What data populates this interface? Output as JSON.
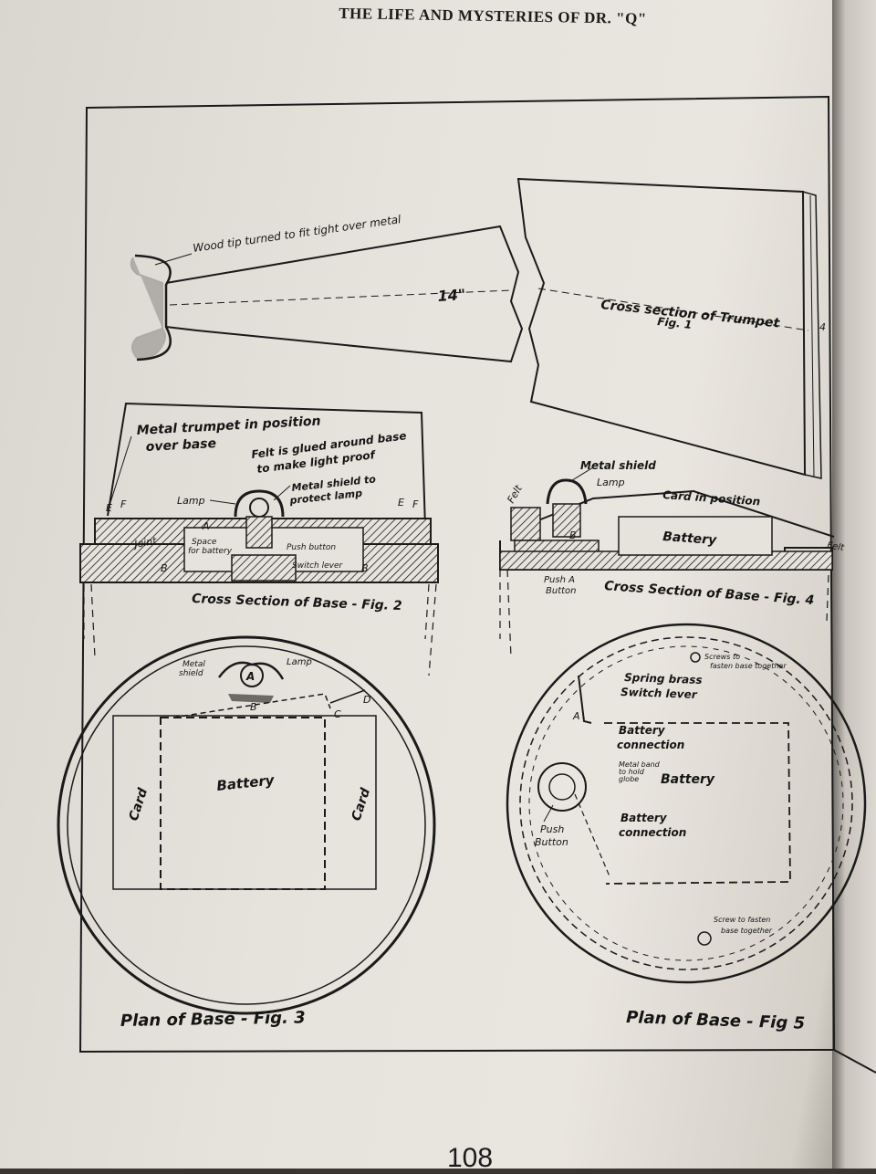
{
  "header": {
    "running_head": "THE LIFE AND MYSTERIES OF DR. \"Q\""
  },
  "footer": {
    "page_number": "108"
  },
  "figure1": {
    "wood_tip_label": "Wood tip turned to fit tight over metal",
    "length_label": "14\"",
    "caption_line1": "Cross section of Trumpet",
    "caption_line2": "Fig. 1",
    "edge_label": "4"
  },
  "figure2": {
    "trumpet_label_line1": "Metal trumpet in position",
    "trumpet_label_line2": "over base",
    "felt_label_line1": "Felt is glued around base",
    "felt_label_line2": "to make light proof",
    "shield_label_line1": "Metal shield to",
    "shield_label_line2": "protect lamp",
    "lamp_label": "Lamp",
    "joint_label": "Joint",
    "space_label_line1": "Space",
    "space_label_line2": "for battery",
    "push_button_label": "Push button",
    "switch_lever_label": "Switch lever",
    "letters": [
      "A",
      "B",
      "B",
      "E",
      "F",
      "E",
      "F"
    ],
    "caption": "Cross Section of Base - Fig. 2"
  },
  "figure3": {
    "metal_shield_label_line1": "Metal",
    "metal_shield_label_line2": "shield",
    "lamp_label": "Lamp",
    "letter_a": "A",
    "letter_b": "B",
    "letter_c": "C",
    "letter_d": "D",
    "battery_label": "Battery",
    "card_left_label": "Card",
    "card_right_label": "Card",
    "caption": "Plan of Base - Fig. 3"
  },
  "figure4": {
    "felt_label": "Felt",
    "metal_shield_label": "Metal shield",
    "lamp_label": "Lamp",
    "card_label": "Card in position",
    "battery_label": "Battery",
    "felt_right_label": "Felt",
    "push_button_label_line1": "Push A",
    "push_button_label_line2": "Button",
    "letter_b": "B",
    "caption": "Cross Section of Base - Fig. 4"
  },
  "figure5": {
    "screws_label_line1": "Screws to",
    "screws_label_line2": "fasten base together",
    "switch_label_line1": "Spring brass",
    "switch_label_line2": "Switch lever",
    "battery_connection_top_line1": "Battery",
    "battery_connection_top_line2": "connection",
    "metal_band_label_line1": "Metal band",
    "metal_band_label_line2": "to hold",
    "metal_band_label_line3": "globe",
    "battery_label": "Battery",
    "battery_connection_bottom_line1": "Battery",
    "battery_connection_bottom_line2": "connection",
    "push_button_label_line1": "Push",
    "push_button_label_line2": "Button",
    "screws_bottom_label_line1": "Screw to fasten",
    "screws_bottom_label_line2": "base together",
    "letter_a": "A",
    "caption": "Plan of Base - Fig 5"
  }
}
